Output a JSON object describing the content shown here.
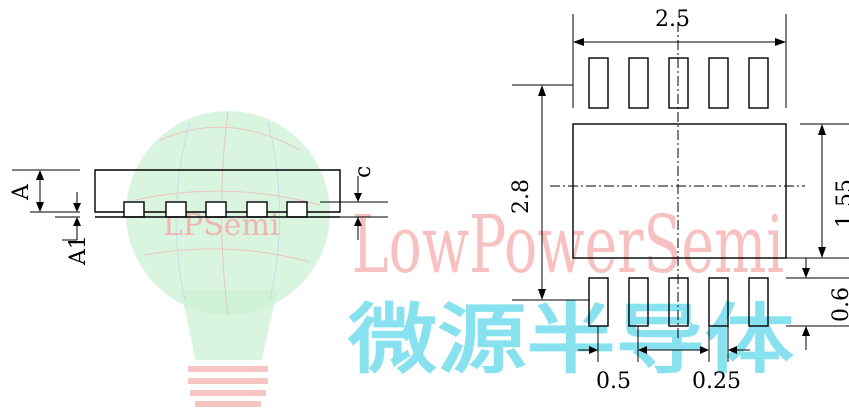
{
  "dimensions": {
    "body_width": "2.5",
    "body_height": "2.8",
    "body_center_height": "1.55",
    "pad_length": "0.6",
    "pitch": "0.5",
    "pad_width": "0.25",
    "total_height": "A",
    "standoff": "A1",
    "lead_thickness": "c"
  },
  "watermark": {
    "logo_text": "LPSemi",
    "brand_text": "LowPowerSemi",
    "brand_text_cn": "微源半导体",
    "colors": {
      "red": "#f4a8a8",
      "cyan": "#5fd8ea",
      "bulb": "#ccf2d4"
    }
  }
}
